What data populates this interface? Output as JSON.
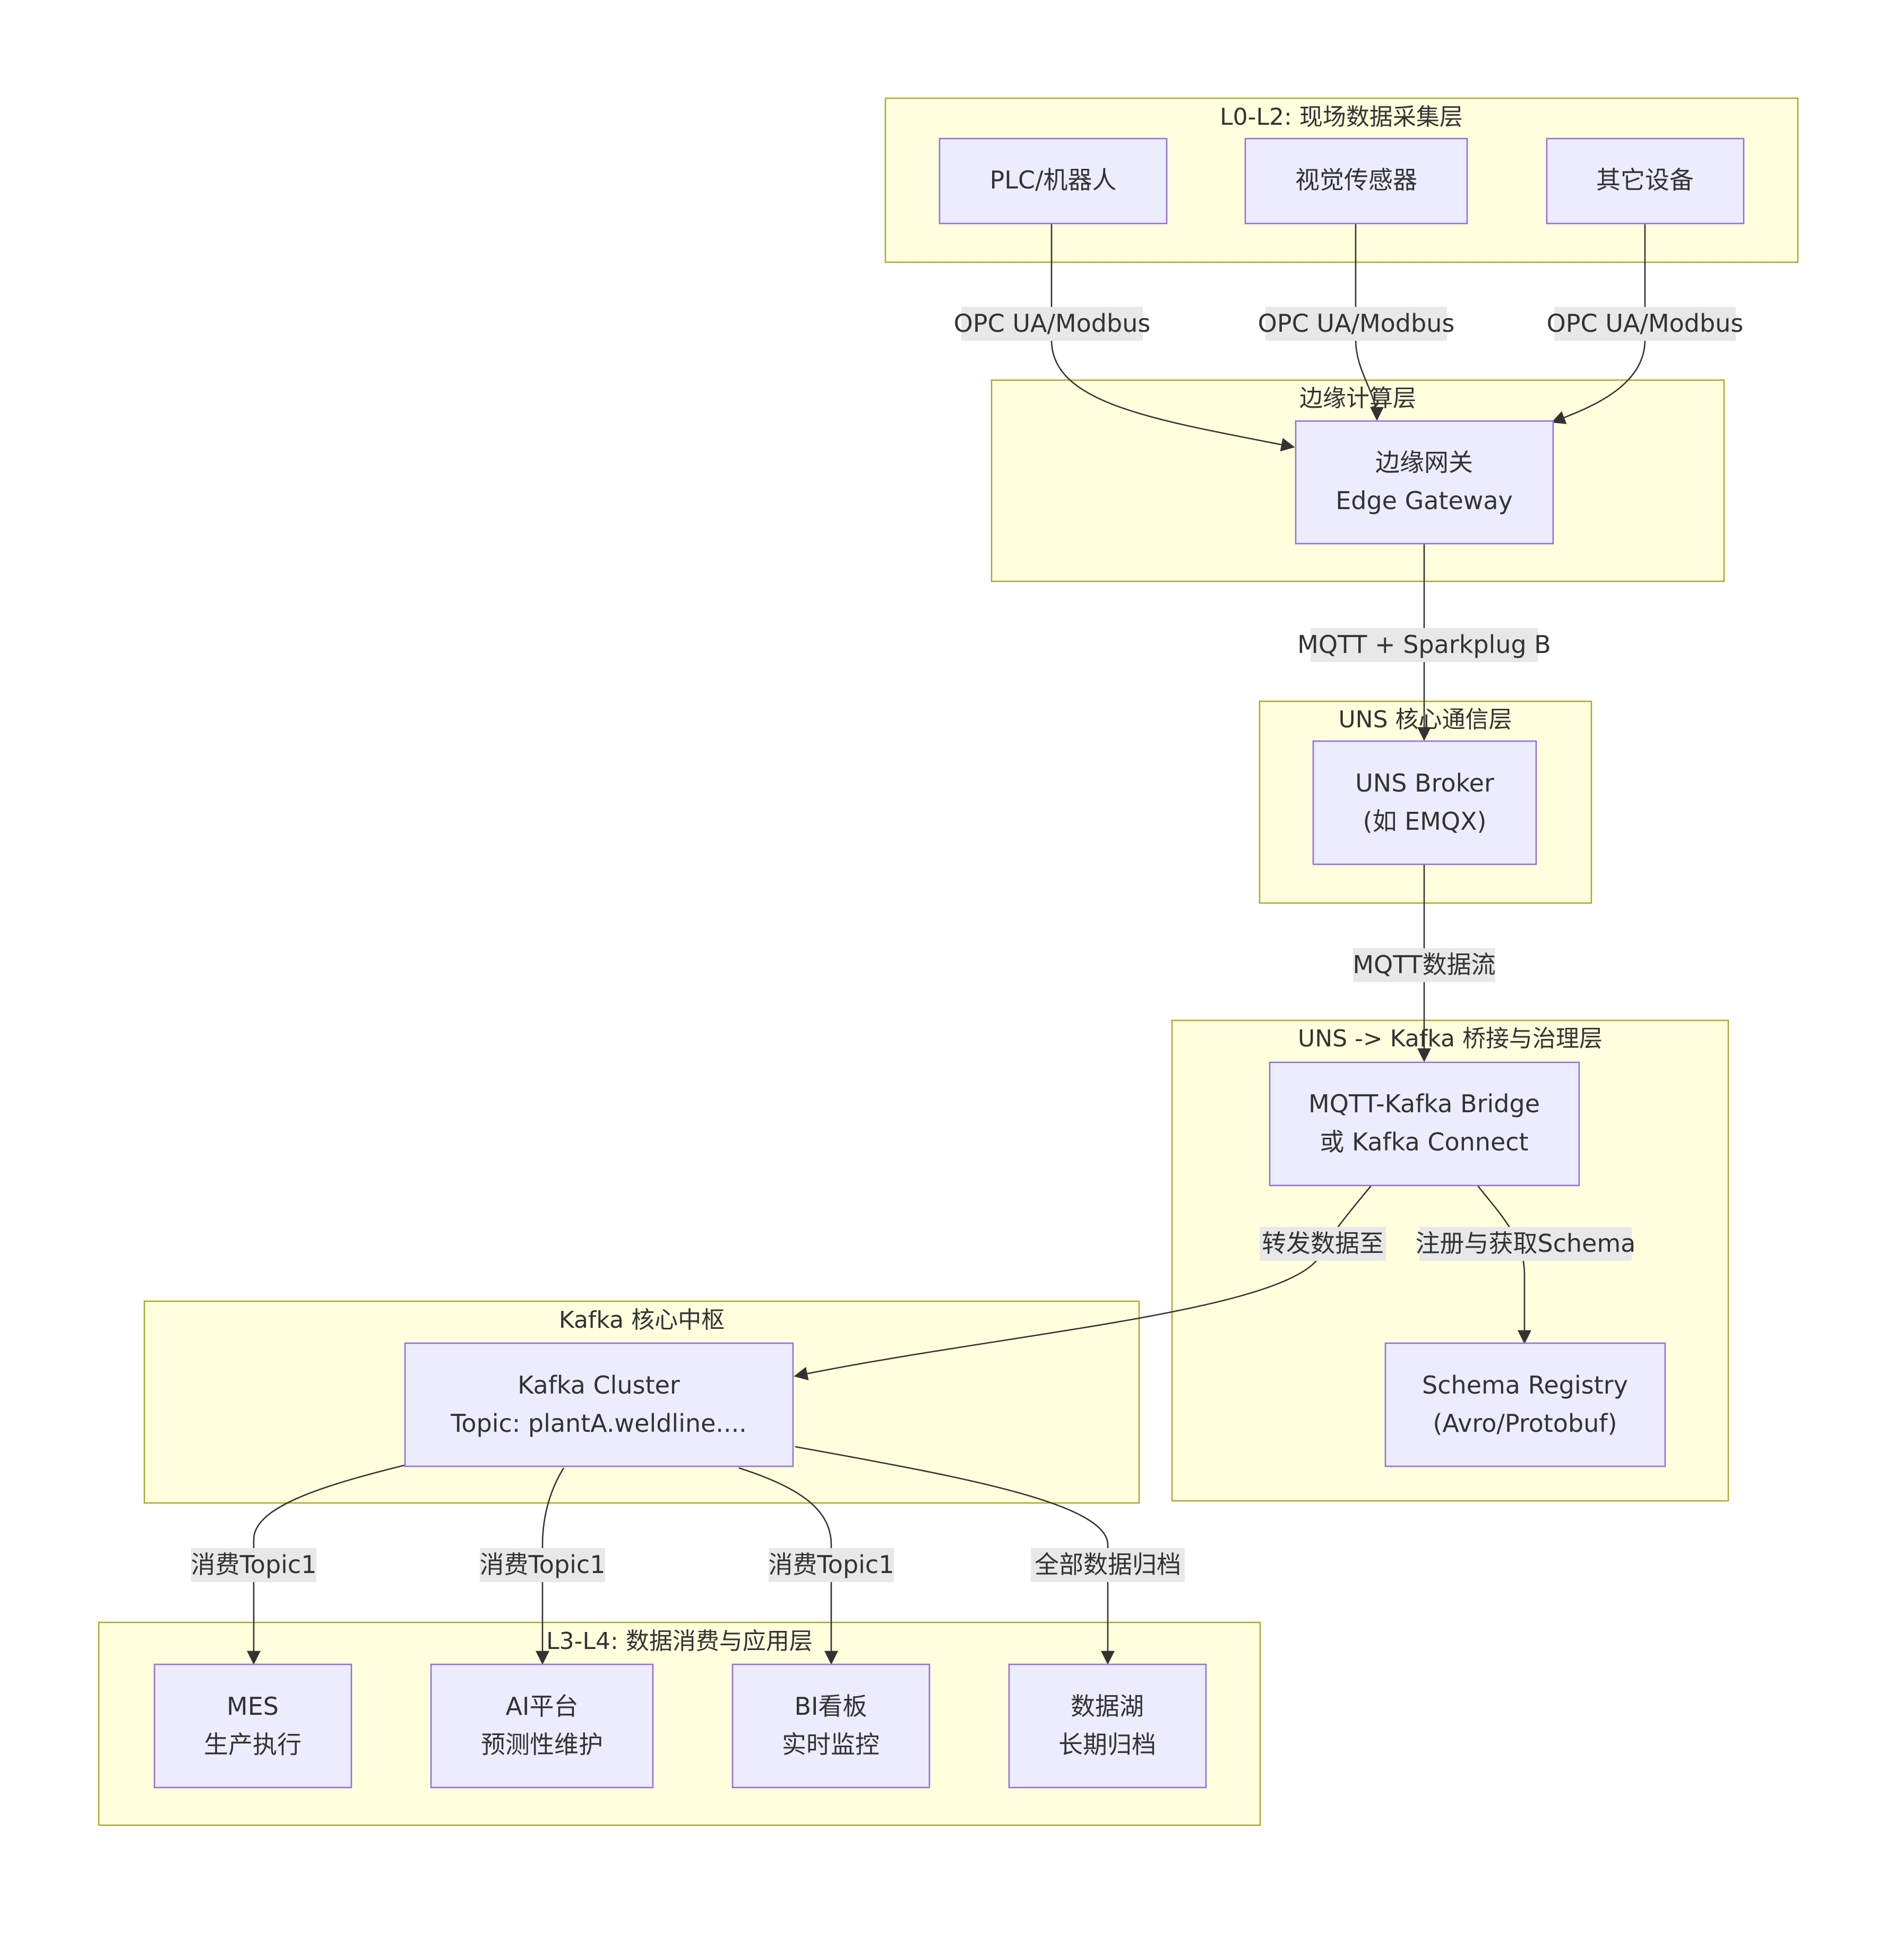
{
  "clusters": {
    "field": {
      "title": "L0-L2: 现场数据采集层"
    },
    "edge": {
      "title": "边缘计算层"
    },
    "uns": {
      "title": "UNS 核心通信层"
    },
    "bridge": {
      "title": "UNS -> Kafka 桥接与治理层"
    },
    "kafka": {
      "title": "Kafka 核心中枢"
    },
    "apps": {
      "title": "L3-L4: 数据消费与应用层"
    }
  },
  "nodes": {
    "plc": {
      "line1": "PLC/机器人"
    },
    "vision": {
      "line1": "视觉传感器"
    },
    "other": {
      "line1": "其它设备"
    },
    "gateway": {
      "line1": "边缘网关",
      "line2": "Edge Gateway"
    },
    "broker": {
      "line1": "UNS Broker",
      "line2": "(如 EMQX)"
    },
    "bridge": {
      "line1": "MQTT-Kafka Bridge",
      "line2": "或 Kafka Connect"
    },
    "registry": {
      "line1": "Schema Registry",
      "line2": "(Avro/Protobuf)"
    },
    "kafka": {
      "line1": "Kafka Cluster",
      "line2": "Topic: plantA.weldline...."
    },
    "mes": {
      "line1": "MES",
      "line2": "生产执行"
    },
    "ai": {
      "line1": "AI平台",
      "line2": "预测性维护"
    },
    "bi": {
      "line1": "BI看板",
      "line2": "实时监控"
    },
    "lake": {
      "line1": "数据湖",
      "line2": "长期归档"
    }
  },
  "edges": {
    "plc_gw": "OPC UA/Modbus",
    "vision_gw": "OPC UA/Modbus",
    "other_gw": "OPC UA/Modbus",
    "gw_broker": "MQTT + Sparkplug B",
    "broker_bridge": "MQTT数据流",
    "bridge_kafka": "转发数据至",
    "bridge_registry": "注册与获取Schema",
    "kafka_mes": "消费Topic1",
    "kafka_ai": "消费Topic1",
    "kafka_bi": "消费Topic1",
    "kafka_lake": "全部数据归档"
  }
}
